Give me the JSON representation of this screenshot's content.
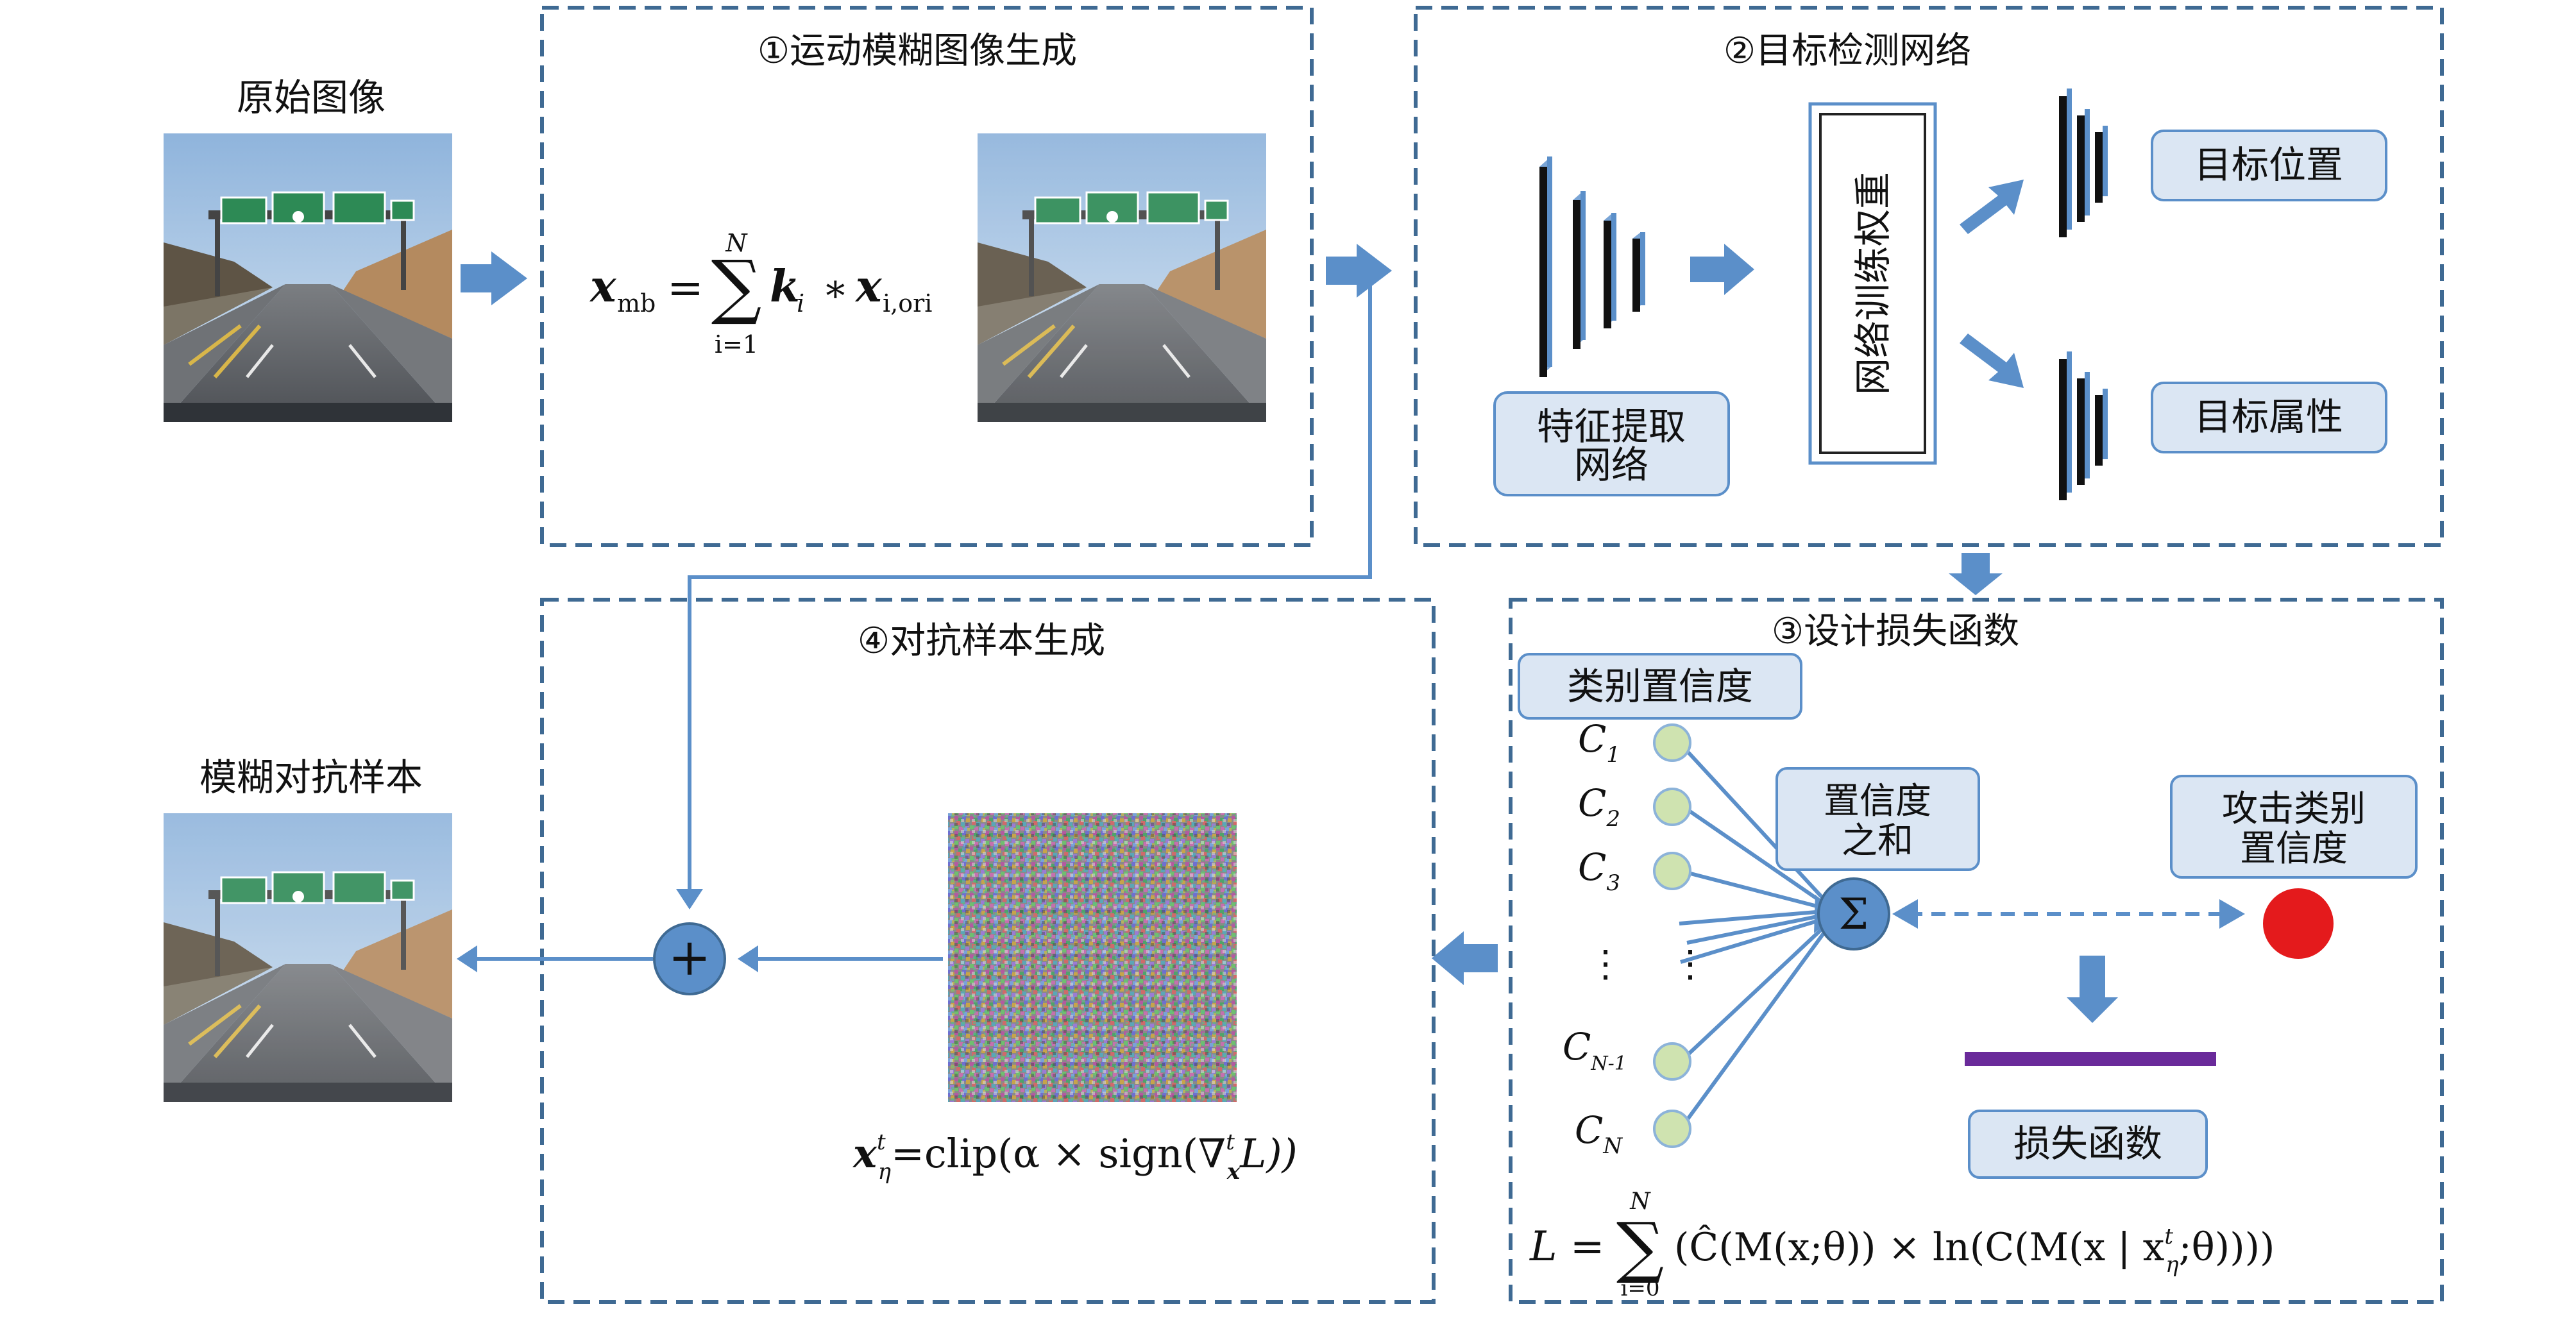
{
  "panels": {
    "p1_title": "①运动模糊图像生成",
    "p2_title": "②目标检测网络",
    "p3_title": "③设计损失函数",
    "p4_title": "④对抗样本生成"
  },
  "labels": {
    "original_image": "原始图像",
    "blurred_adversarial": "模糊对抗样本",
    "feature_net_line1": "特征提取",
    "feature_net_line2": "网络",
    "weights": "网络训练权重",
    "target_position": "目标位置",
    "target_attribute": "目标属性",
    "class_confidence": "类别置信度",
    "conf_sum_line1": "置信度",
    "conf_sum_line2": "之和",
    "attack_conf_line1": "攻击类别",
    "attack_conf_line2": "置信度",
    "loss_function": "损失函数",
    "sigma": "Σ",
    "plus": "+"
  },
  "class_nodes": {
    "c1": "C",
    "c1_sub": "1",
    "c2": "C",
    "c2_sub": "2",
    "c3": "C",
    "c3_sub": "3",
    "cn1": "C",
    "cn1_sub": "N-1",
    "cn": "C",
    "cn_sub": "N",
    "dots": "⋮"
  },
  "formulas": {
    "blur_lhs": "x",
    "blur_lhs_sub": "mb",
    "blur_eq": "=",
    "blur_sum_top": "N",
    "blur_sum_bottom": "i=1",
    "blur_k": "k",
    "blur_k_sub": "i",
    "blur_star": "∗",
    "blur_x": "x",
    "blur_x_sub": "i,ori",
    "adv": "x",
    "adv_sup": "t",
    "adv_sub": "η",
    "adv_rhs": "=clip(α × sign(∇",
    "adv_grad_sup": "t",
    "adv_grad_sub": "x",
    "adv_tail": "L))",
    "loss_lhs": "L =",
    "loss_sum_top": "N",
    "loss_sum_bottom": "i=0",
    "loss_body": "(Ĉ(M(x;θ)) × ln(C(M(x | x",
    "loss_sup": "t",
    "loss_sub": "η",
    "loss_end": ";θ))))"
  },
  "colors": {
    "accent": "#5b8fc9",
    "box_fill": "#dbe6f3",
    "node_green": "#cfe3b0",
    "attack_red": "#e41a1c",
    "loss_bar": "#6a2a9a",
    "dashed_border": "#3f6a93"
  },
  "icons": {
    "arrow": "block-arrow-icon",
    "sum": "sigma-node-icon",
    "plus": "plus-node-icon"
  }
}
